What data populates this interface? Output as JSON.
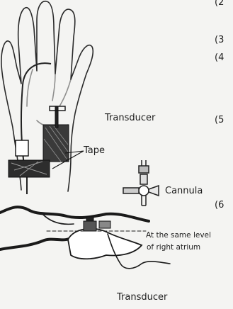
{
  "labels": {
    "transducer_top": "Transducer",
    "tape": "Tape",
    "cannula": "Cannula",
    "level_line1": "At the same level",
    "level_line2": "of right atrium",
    "transducer_bottom": "Transducer"
  },
  "markers": [
    "(2",
    "(3",
    "(4",
    "(5",
    "(6"
  ],
  "colors": {
    "ink": "#1c1c1c",
    "background": "#f4f4f2"
  }
}
